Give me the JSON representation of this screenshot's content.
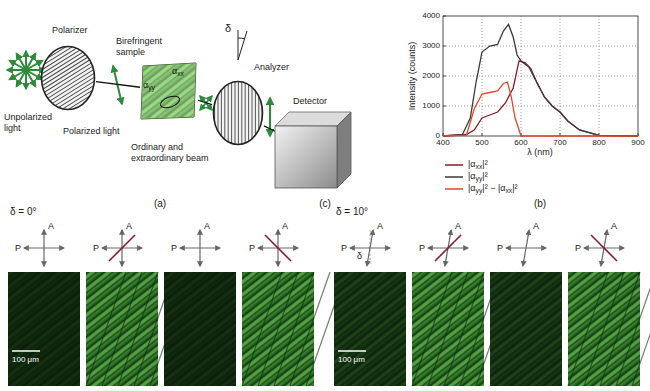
{
  "diagram": {
    "nodes": [
      {
        "text": [
          "Polarizer"
        ]
      },
      {
        "text": [
          "Birefringent sample",
          "αyy",
          "αxx"
        ]
      },
      {
        "text": [
          "Analyzer"
        ]
      },
      {
        "text": [
          "Detector"
        ]
      }
    ],
    "edges": [
      {
        "from": 0,
        "to": 1,
        "arrow": "none",
        "label": "Polarized light"
      },
      {
        "from": 1,
        "to": 2,
        "arrow": "none",
        "label": "Ordinary and extraordinary beam"
      },
      {
        "from": 2,
        "to": 3,
        "arrow": "none"
      }
    ],
    "labels": [
      "Unpolarized light",
      "δ",
      "(a)",
      "Intensity (counts)",
      "0",
      "1000",
      "2000",
      "3000",
      "4000",
      "400",
      "500",
      "600",
      "700",
      "800",
      "900",
      "λ (nm)",
      "(b)",
      "δ = 0°",
      "δ = 10°",
      "P",
      "A",
      "P",
      "A",
      "P",
      "A",
      "P",
      "A",
      "P",
      "A",
      "P",
      "A",
      "P",
      "A",
      "P",
      "A",
      "δ",
      "100 μm",
      "100 μm",
      "(c)"
    ],
    "legend": [
      {
        "text": "|αxx|²"
      },
      {
        "text": "|αyy|²"
      },
      {
        "text": "|αyy|² − |αxx|²"
      }
    ]
  }
}
